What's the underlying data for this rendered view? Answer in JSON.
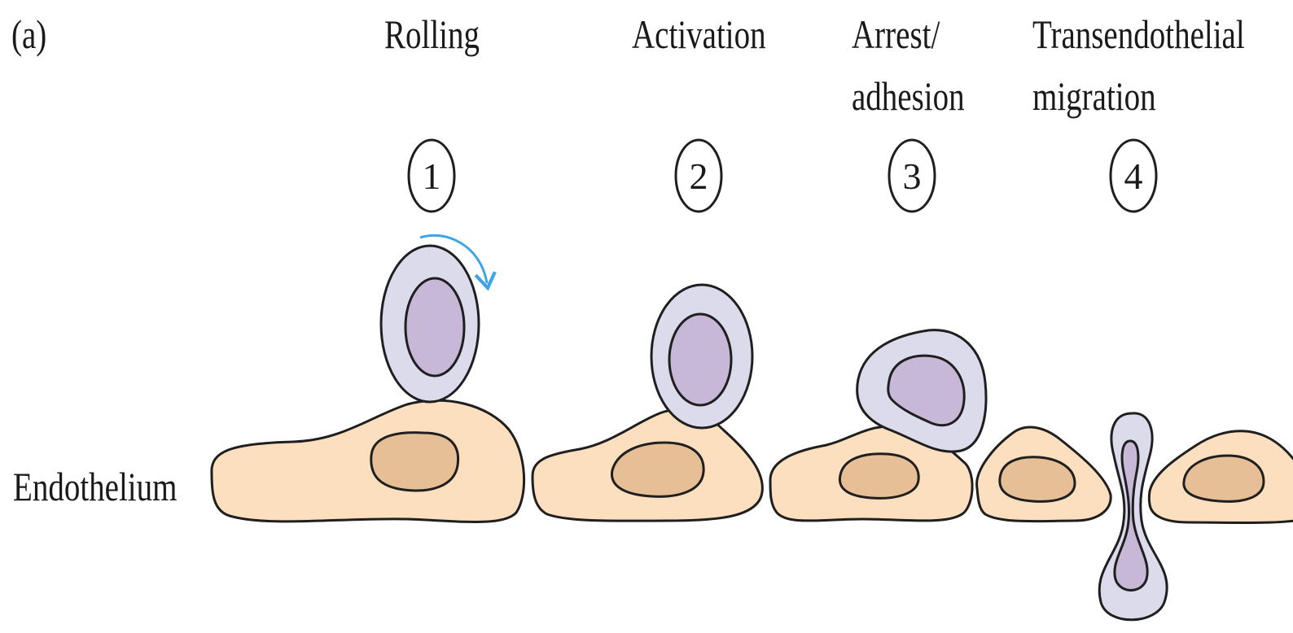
{
  "panel_label": "(a)",
  "stages": [
    {
      "number": "1",
      "title_lines": [
        "Rolling"
      ]
    },
    {
      "number": "2",
      "title_lines": [
        "Activation"
      ]
    },
    {
      "number": "3",
      "title_lines": [
        "Arrest/",
        "adhesion"
      ]
    },
    {
      "number": "4",
      "title_lines": [
        "Transendothelial",
        "migration"
      ]
    }
  ],
  "endothelium_label": "Endothelium",
  "colors": {
    "endothelial_cell": "#fcdfbf",
    "endothelial_nucleus": "#e7bf97",
    "leukocyte_cytoplasm": "#dcdbeb",
    "leukocyte_nucleus": "#c8b8d8",
    "outline": "#1f1f1f",
    "rolling_arrow": "#3fa4e6"
  },
  "icons": {
    "rolling_arrow": "curved-arrow-icon"
  }
}
